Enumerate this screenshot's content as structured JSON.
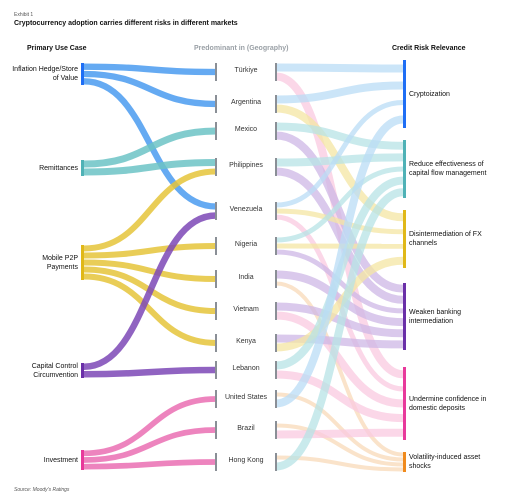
{
  "exhibit_label": "Exhibit 1",
  "title": "Cryptocurrency adoption carries different risks in different markets",
  "headers": {
    "left": "Primary Use Case",
    "middle": "Predominant in (Geography)",
    "right": "Credit Risk Relevance"
  },
  "source": "Source: Moody's Ratings",
  "colors": {
    "inflation": "#4a9bf0",
    "remittances": "#6cc3c6",
    "p2p": "#e5c43a",
    "capital_control": "#7c48b6",
    "investment": "#ea6fb3",
    "right_cryptoization": "#b9dcf5",
    "right_capital_flow": "#b7e3e6",
    "right_fx": "#f4e5a3",
    "right_banking": "#cdb7e5",
    "right_deposits": "#f9c9e0",
    "right_volatility": "#f8d9b8"
  },
  "use_cases": [
    {
      "id": "inflation",
      "label": "Inflation Hedge/Store of Value",
      "color": "#1e6ef5"
    },
    {
      "id": "remittances",
      "label": "Remittances",
      "color": "#4fb2b6"
    },
    {
      "id": "p2p",
      "label": "Mobile P2P Payments",
      "color": "#e0b818"
    },
    {
      "id": "capital_control",
      "label": "Capital Control Circumvention",
      "color": "#6a2fa8"
    },
    {
      "id": "investment",
      "label": "Investment",
      "color": "#e8399b"
    }
  ],
  "geographies": [
    {
      "id": "turkiye",
      "label": "Türkiye"
    },
    {
      "id": "argentina",
      "label": "Argentina"
    },
    {
      "id": "mexico",
      "label": "Mexico"
    },
    {
      "id": "philippines",
      "label": "Philippines"
    },
    {
      "id": "venezuela",
      "label": "Venezuela"
    },
    {
      "id": "nigeria",
      "label": "Nigeria"
    },
    {
      "id": "india",
      "label": "India"
    },
    {
      "id": "vietnam",
      "label": "Vietnam"
    },
    {
      "id": "kenya",
      "label": "Kenya"
    },
    {
      "id": "lebanon",
      "label": "Lebanon"
    },
    {
      "id": "united_states",
      "label": "United States"
    },
    {
      "id": "brazil",
      "label": "Brazil"
    },
    {
      "id": "hong_kong",
      "label": "Hong Kong"
    }
  ],
  "risks": [
    {
      "id": "cryptoization",
      "label": "Cryptoization",
      "color": "#1e6ef5"
    },
    {
      "id": "capital_flow",
      "label": "Reduce effectiveness of capital flow management",
      "color": "#4fb2b6"
    },
    {
      "id": "fx",
      "label": "Disintermediation of FX channels",
      "color": "#e0b818"
    },
    {
      "id": "banking",
      "label": "Weaken banking intermediation",
      "color": "#6a2fa8"
    },
    {
      "id": "deposits",
      "label": "Undermine confidence in domestic deposits",
      "color": "#e8399b"
    },
    {
      "id": "volatility",
      "label": "Volatility-induced asset shocks",
      "color": "#f08a1c"
    }
  ],
  "flows_left": [
    [
      "inflation",
      "turkiye"
    ],
    [
      "inflation",
      "argentina"
    ],
    [
      "inflation",
      "venezuela"
    ],
    [
      "remittances",
      "mexico"
    ],
    [
      "remittances",
      "philippines"
    ],
    [
      "p2p",
      "philippines"
    ],
    [
      "p2p",
      "nigeria"
    ],
    [
      "p2p",
      "india"
    ],
    [
      "p2p",
      "vietnam"
    ],
    [
      "p2p",
      "kenya"
    ],
    [
      "capital_control",
      "venezuela"
    ],
    [
      "capital_control",
      "lebanon"
    ],
    [
      "investment",
      "united_states"
    ],
    [
      "investment",
      "brazil"
    ],
    [
      "investment",
      "hong_kong"
    ]
  ],
  "flows_right": [
    [
      "turkiye",
      "cryptoization"
    ],
    [
      "turkiye",
      "deposits"
    ],
    [
      "argentina",
      "cryptoization"
    ],
    [
      "argentina",
      "fx"
    ],
    [
      "mexico",
      "capital_flow"
    ],
    [
      "mexico",
      "banking"
    ],
    [
      "philippines",
      "capital_flow"
    ],
    [
      "philippines",
      "banking"
    ],
    [
      "venezuela",
      "cryptoization"
    ],
    [
      "venezuela",
      "fx"
    ],
    [
      "venezuela",
      "deposits"
    ],
    [
      "nigeria",
      "capital_flow"
    ],
    [
      "nigeria",
      "fx"
    ],
    [
      "nigeria",
      "banking"
    ],
    [
      "india",
      "banking"
    ],
    [
      "india",
      "volatility"
    ],
    [
      "vietnam",
      "banking"
    ],
    [
      "vietnam",
      "deposits"
    ],
    [
      "kenya",
      "banking"
    ],
    [
      "kenya",
      "fx"
    ],
    [
      "lebanon",
      "capital_flow"
    ],
    [
      "lebanon",
      "deposits"
    ],
    [
      "united_states",
      "volatility"
    ],
    [
      "united_states",
      "cryptoization"
    ],
    [
      "brazil",
      "volatility"
    ],
    [
      "brazil",
      "deposits"
    ],
    [
      "hong_kong",
      "volatility"
    ],
    [
      "hong_kong",
      "capital_flow"
    ]
  ]
}
